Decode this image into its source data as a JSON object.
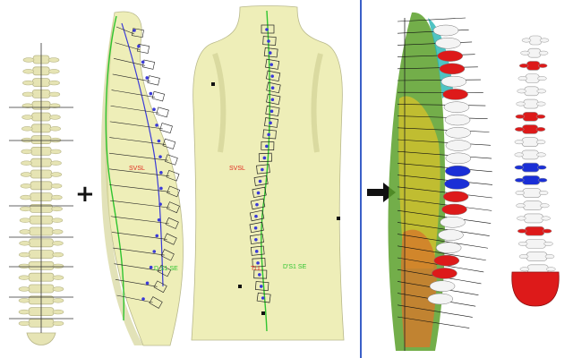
{
  "labels": {
    "plus_symbol": "+",
    "back_view_label": "SVSL",
    "back_view_tag_a": "TLL",
    "back_view_tag_b": "D'S1 SE",
    "side_view_label": "SVSL",
    "side_view_tag": "D S1 SE"
  },
  "colors": {
    "background": "#ffffff",
    "vertebra_fill": "#e6e4b4",
    "vertebra_stroke": "#b9b78a",
    "torso_fill": "#eeeeb8",
    "torso_shade": "#d5d59a",
    "divider": "#3a5fc8",
    "centerline_green": "#2fc42f",
    "landmark_blue": "#3a3ad8",
    "annotation_red": "#e02a1e",
    "risk_red": "#dd1a1a",
    "risk_blue": "#1a2fd6",
    "model_white": "#f4f4f4"
  },
  "icons": {
    "plus": "plus-sign-icon",
    "arrow": "right-arrow-icon"
  }
}
